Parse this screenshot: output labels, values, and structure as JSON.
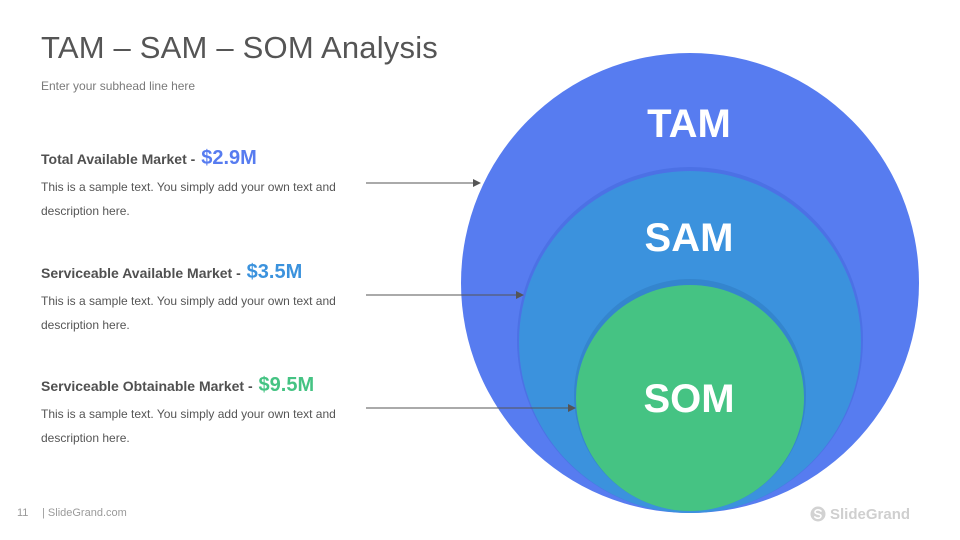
{
  "slide": {
    "title": "TAM – SAM – SOM Analysis",
    "subtitle": "Enter your subhead line here",
    "page_number": "11",
    "footer_site": "| SlideGrand.com",
    "brand": "SlideGrand"
  },
  "markets": [
    {
      "label": "Total Available Market",
      "separator": " - ",
      "value": "$2.9M",
      "description": "This is a sample text. You simply add your own text and description  here.",
      "circle_text": "TAM",
      "color": "#577CF0"
    },
    {
      "label": "Serviceable Available Market",
      "separator": " - ",
      "value": "$3.5M",
      "description": "This is a sample text. You simply add your own text and description  here.",
      "circle_text": "SAM",
      "color": "#3B92DD"
    },
    {
      "label": "Serviceable Obtainable Market",
      "separator": " - ",
      "value": "$9.5M",
      "description": "This is a sample text. You simply add your own text and description  here.",
      "circle_text": "SOM",
      "color": "#45C383"
    }
  ],
  "colors": {
    "title_text": "#555555",
    "body_text": "#555555",
    "arrow": "#555555",
    "circle_label": "#ffffff"
  }
}
